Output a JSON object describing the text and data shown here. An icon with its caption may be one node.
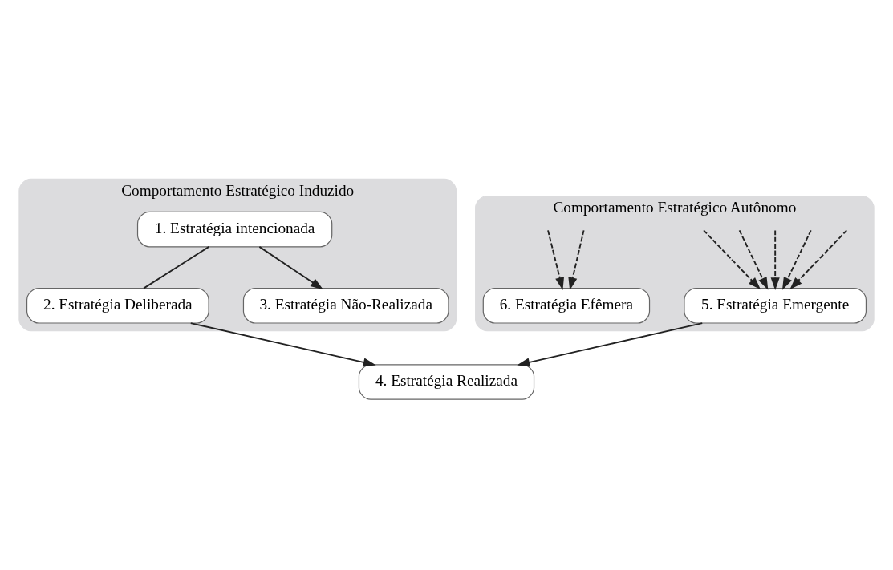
{
  "diagram": {
    "nodes": [
      {
        "text": [
          "Comportamento Estratégico Induzido"
        ]
      },
      {
        "text": [
          "1. Estratégia intencionada"
        ],
        "in": 0
      },
      {
        "text": [
          "2. Estratégia Deliberada"
        ],
        "in": 0
      },
      {
        "text": [
          "3. Estratégia Não-Realizada"
        ],
        "in": 0
      },
      {
        "text": [
          "4. Estratégia Realizada"
        ]
      },
      {
        "text": [
          "Comportamento Estratégico Autônomo"
        ]
      },
      {
        "text": [
          "5. Estratégia Emergente"
        ],
        "in": 5
      },
      {
        "text": [
          "6. Estratégia Efêmera"
        ],
        "in": 5
      }
    ],
    "edges": [
      {
        "from": 1,
        "to": 2,
        "arrow": "none"
      },
      {
        "from": 2,
        "to": 4,
        "arrow": "to"
      },
      {
        "from": 1,
        "to": 3,
        "arrow": "to"
      },
      {
        "from": 6,
        "to": 4,
        "arrow": "to"
      },
      {
        "from": null,
        "to": 6,
        "arrow": "to",
        "style": "dashed"
      },
      {
        "from": null,
        "to": 6,
        "arrow": "to",
        "style": "dashed"
      },
      {
        "from": null,
        "to": 6,
        "arrow": "to",
        "style": "dashed"
      },
      {
        "from": null,
        "to": 6,
        "arrow": "to",
        "style": "dashed"
      },
      {
        "from": null,
        "to": 6,
        "arrow": "to",
        "style": "dashed"
      },
      {
        "from": null,
        "to": 7,
        "arrow": "to",
        "style": "dashed"
      },
      {
        "from": null,
        "to": 7,
        "arrow": "to",
        "style": "dashed"
      }
    ]
  }
}
